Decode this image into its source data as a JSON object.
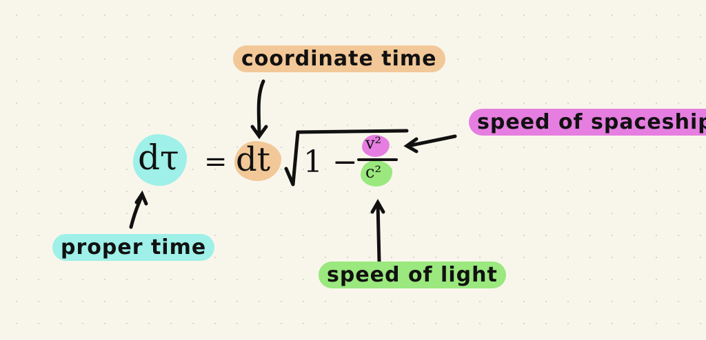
{
  "equation": {
    "lhs": "dτ",
    "equals": "=",
    "dt": "dt",
    "one_minus": "1 −",
    "numerator": "v²",
    "denominator": "c²"
  },
  "annotations": {
    "coordinate_time": "coordinate time",
    "speed_of_spaceship": "speed of spaceship",
    "proper_time": "proper time",
    "speed_of_light": "speed of light"
  },
  "colors": {
    "background": "#f8f6eb",
    "cyan": "#9ef0e8",
    "orange": "#f2c898",
    "magenta": "#e57ee0",
    "green": "#9ae87e",
    "ink": "#111111"
  }
}
